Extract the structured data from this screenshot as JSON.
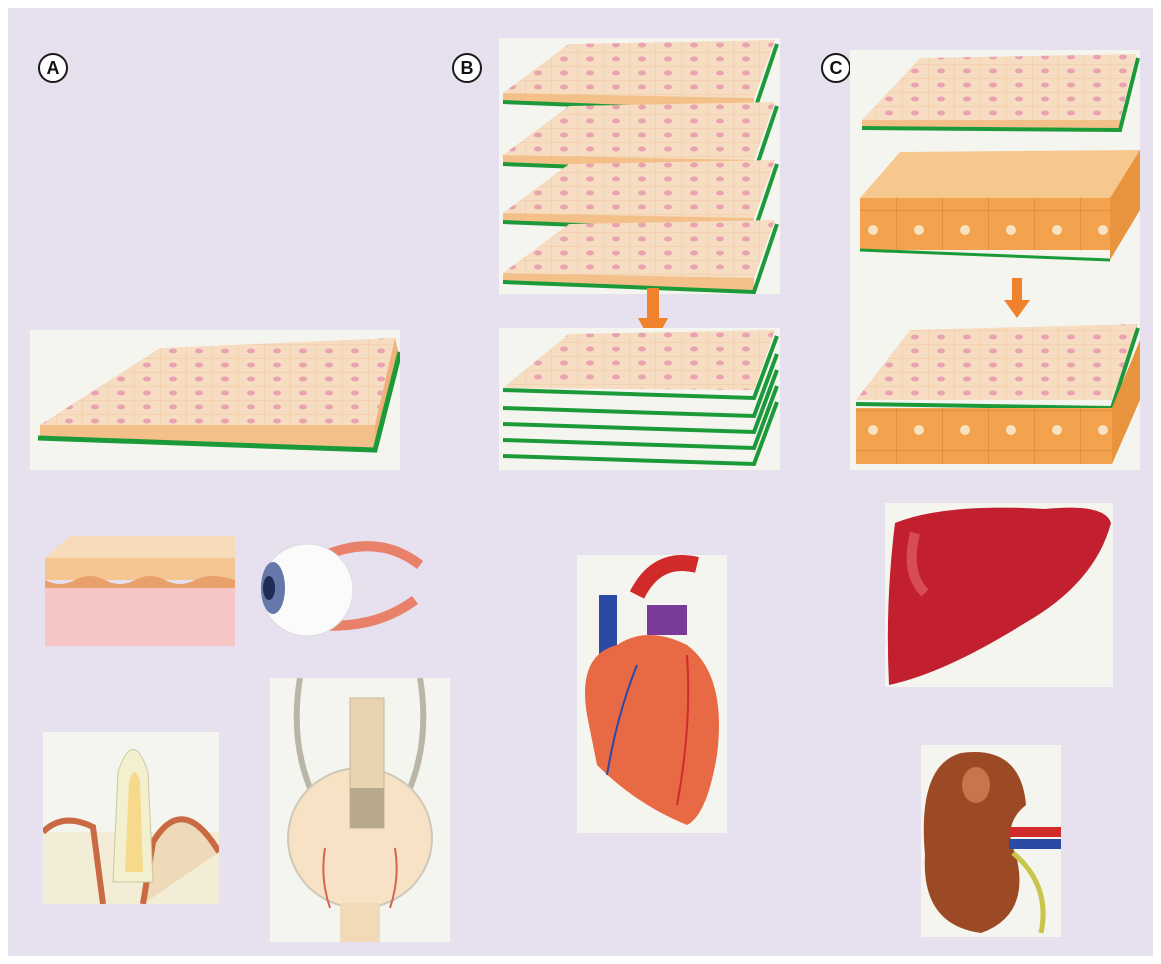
{
  "panels": [
    {
      "id": "A",
      "label": "A"
    },
    {
      "id": "B",
      "label": "B"
    },
    {
      "id": "C",
      "label": "C"
    }
  ],
  "colors": {
    "background": "#e6e0ef",
    "sheet_top": "#f6dcc0",
    "sheet_edge": "#f3b27c",
    "membrane": "#1c9a3a",
    "cell_nucleus": "#e9a3b0",
    "arrow": "#f0822e",
    "liver": "#c3202f",
    "kidney": "#9c4a25",
    "heart": "#e86a45",
    "vein": "#2b4aa6",
    "artery": "#d12a2a"
  },
  "icons": [
    "cell-sheet-icon",
    "skin-icon",
    "eye-icon",
    "tooth-icon",
    "bladder-icon",
    "heart-icon",
    "liver-icon",
    "kidney-icon",
    "down-arrow-icon"
  ]
}
